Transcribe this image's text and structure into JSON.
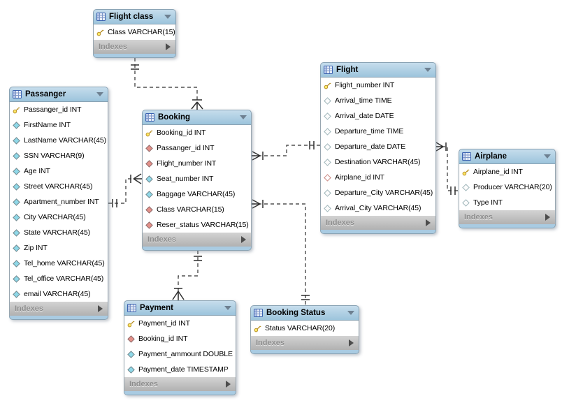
{
  "diagram": {
    "labels": {
      "indexes": "Indexes"
    },
    "colors": {
      "header_bg_top": "#c6ddec",
      "header_bg_bottom": "#9cc4dc",
      "footer_bar": "#a9cbe2",
      "indexes_bg_top": "#d3d3d3",
      "indexes_bg_bottom": "#b1b1b1",
      "indexes_text": "#8d8d8d",
      "table_border": "#8aa3b4",
      "row_text": "#000000",
      "relationship_line": "#2f2f2f",
      "primary_key_icon": "#ffe866",
      "column_icon": "#8fd8e8",
      "foreign_key_icon": "#e39089"
    },
    "tables": [
      {
        "name": "Flight class",
        "fields": [
          {
            "icon": "primary-key",
            "label": "Class VARCHAR(15)"
          }
        ]
      },
      {
        "name": "Passanger",
        "fields": [
          {
            "icon": "primary-key",
            "label": "Passanger_id INT"
          },
          {
            "icon": "column",
            "label": "FirstName INT"
          },
          {
            "icon": "column",
            "label": "LastName VARCHAR(45)"
          },
          {
            "icon": "column",
            "label": "SSN VARCHAR(9)"
          },
          {
            "icon": "column",
            "label": "Age INT"
          },
          {
            "icon": "column",
            "label": "Street VARCHAR(45)"
          },
          {
            "icon": "column",
            "label": "Apartment_number INT"
          },
          {
            "icon": "column",
            "label": "City VARCHAR(45)"
          },
          {
            "icon": "column",
            "label": "State VARCHAR(45)"
          },
          {
            "icon": "column",
            "label": "Zip INT"
          },
          {
            "icon": "column",
            "label": "Tel_home VARCHAR(45)"
          },
          {
            "icon": "column",
            "label": "Tel_office VARCHAR(45)"
          },
          {
            "icon": "column",
            "label": "email VARCHAR(45)"
          }
        ]
      },
      {
        "name": "Booking",
        "fields": [
          {
            "icon": "primary-key",
            "label": "Booking_id INT"
          },
          {
            "icon": "foreign-key",
            "label": "Passanger_id INT"
          },
          {
            "icon": "foreign-key",
            "label": "Flight_number INT"
          },
          {
            "icon": "column",
            "label": "Seat_number INT"
          },
          {
            "icon": "column",
            "label": "Baggage VARCHAR(45)"
          },
          {
            "icon": "foreign-key",
            "label": "Class VARCHAR(15)"
          },
          {
            "icon": "foreign-key",
            "label": "Reser_status VARCHAR(15)"
          }
        ]
      },
      {
        "name": "Flight",
        "fields": [
          {
            "icon": "primary-key",
            "label": "Flight_number INT"
          },
          {
            "icon": "column-nullable",
            "label": "Arrival_time TIME"
          },
          {
            "icon": "column-nullable",
            "label": "Arrival_date DATE"
          },
          {
            "icon": "column-nullable",
            "label": "Departure_time TIME"
          },
          {
            "icon": "column-nullable",
            "label": "Departure_date DATE"
          },
          {
            "icon": "column-nullable",
            "label": "Destination VARCHAR(45)"
          },
          {
            "icon": "foreign-key-nullable",
            "label": "Airplane_id INT"
          },
          {
            "icon": "column-nullable",
            "label": "Departure_City VARCHAR(45)"
          },
          {
            "icon": "column-nullable",
            "label": "Arrival_City VARCHAR(45)"
          }
        ]
      },
      {
        "name": "Airplane",
        "fields": [
          {
            "icon": "primary-key",
            "label": "Airplane_id INT"
          },
          {
            "icon": "column-nullable",
            "label": "Producer VARCHAR(20)"
          },
          {
            "icon": "column-nullable",
            "label": "Type INT"
          }
        ]
      },
      {
        "name": "Payment",
        "fields": [
          {
            "icon": "primary-key",
            "label": "Payment_id INT"
          },
          {
            "icon": "foreign-key",
            "label": "Booking_id INT"
          },
          {
            "icon": "column",
            "label": "Payment_ammount DOUBLE"
          },
          {
            "icon": "column",
            "label": "Payment_date TIMESTAMP"
          }
        ]
      },
      {
        "name": "Booking Status",
        "fields": [
          {
            "icon": "primary-key",
            "label": "Status VARCHAR(20)"
          }
        ]
      }
    ],
    "relationships": [
      {
        "one_side": "Flight class",
        "many_side": "Booking",
        "line_style": "dashed",
        "cardinality": "one-to-many"
      },
      {
        "one_side": "Passanger",
        "many_side": "Booking",
        "line_style": "dashed",
        "cardinality": "one-to-many"
      },
      {
        "one_side": "Flight",
        "many_side": "Booking",
        "line_style": "dashed",
        "cardinality": "one-to-many"
      },
      {
        "one_side": "Booking Status",
        "many_side": "Booking",
        "line_style": "dashed",
        "cardinality": "one-to-many"
      },
      {
        "one_side": "Airplane",
        "many_side": "Flight",
        "line_style": "dashed",
        "cardinality": "one-to-many"
      },
      {
        "one_side": "Booking",
        "many_side": "Payment",
        "line_style": "dashed",
        "cardinality": "one-to-many"
      }
    ]
  }
}
